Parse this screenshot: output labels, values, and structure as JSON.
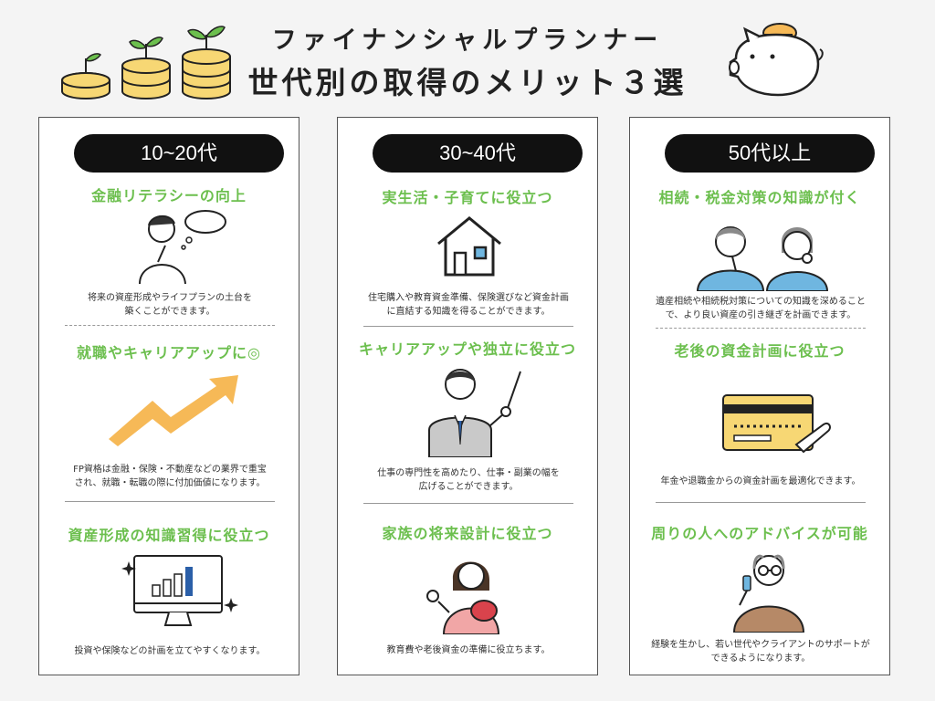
{
  "header": {
    "title_line1": "ファイナンシャルプランナー",
    "title_line2": "世代別の取得のメリット３選"
  },
  "colors": {
    "accent_green": "#6cbf4e",
    "coin_yellow": "#f7d774",
    "arrow_orange": "#f6b957",
    "pill_black": "#111111"
  },
  "cards": [
    {
      "age": "10~20代",
      "sections": [
        {
          "title": "金融リテラシーの向上",
          "desc": [
            "将来の資産形成やライフプランの土台を",
            "築くことができます。"
          ],
          "icon": "thinking-person-icon"
        },
        {
          "title": "就職やキャリアアップに◎",
          "desc": [
            "FP資格は金融・保険・不動産などの業界で重宝",
            "され、就職・転職の際に付加価値になります。"
          ],
          "icon": "rising-arrow-icon"
        },
        {
          "title": "資産形成の知識習得に役立つ",
          "desc": [
            "投資や保険などの計画を立てやすくなります。"
          ],
          "icon": "monitor-chart-icon"
        }
      ]
    },
    {
      "age": "30~40代",
      "sections": [
        {
          "title": "実生活・子育てに役立つ",
          "desc": [
            "住宅購入や教育資金準備、保険選びなど資金計画",
            "に直結する知識を得ることができます。"
          ],
          "icon": "house-icon"
        },
        {
          "title": "キャリアアップや独立に役立つ",
          "desc": [
            "仕事の専門性を高めたり、仕事・副業の幅を",
            "広げることができます。"
          ],
          "icon": "presenter-man-icon"
        },
        {
          "title": "家族の将来設計に役立つ",
          "desc": [
            "教育費や老後資金の準備に役立ちます。"
          ],
          "icon": "woman-wallet-icon"
        }
      ]
    },
    {
      "age": "50代以上",
      "sections": [
        {
          "title": "相続・税金対策の知識が付く",
          "desc": [
            "遺産相続や相続税対策についての知識を深めること",
            "で、より良い資産の引き継ぎを計画できます。"
          ],
          "icon": "senior-couple-icon"
        },
        {
          "title": "老後の資金計画に役立つ",
          "desc": [
            "年金や退職金からの資金計画を最適化できます。"
          ],
          "icon": "pension-card-icon"
        },
        {
          "title": "周りの人へのアドバイスが可能",
          "desc": [
            "経験を生かし、若い世代やクライアントのサポートが",
            "できるようになります。"
          ],
          "icon": "senior-phone-icon"
        }
      ]
    }
  ]
}
